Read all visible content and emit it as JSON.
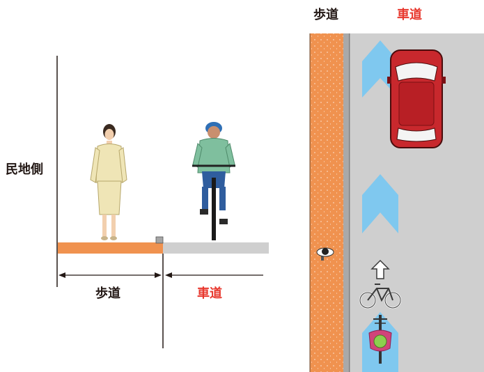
{
  "labels": {
    "residential_side": "民地側",
    "sidewalk_section": "歩道",
    "roadway_section": "車道",
    "sidewalk_plan": "歩道",
    "roadway_plan": "車道"
  },
  "colors": {
    "sidewalk": "#f0924f",
    "roadway": "#cfcfcf",
    "arrow": "#7fc8ef",
    "car": "#c8282d",
    "label_red": "#e8382e",
    "text": "#231815"
  },
  "icons": [
    "pedestrian-woman-icon",
    "cyclist-icon",
    "car-icon",
    "bicycle-mark-icon",
    "pedestrian-top-icon",
    "cyclist-top-icon",
    "lane-arrow-icon"
  ]
}
